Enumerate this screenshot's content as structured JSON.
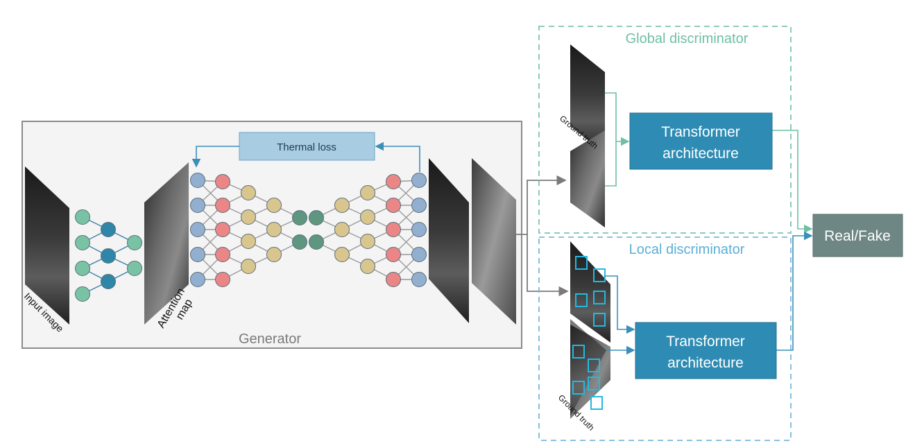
{
  "generator": {
    "title": "Generator",
    "thermal_loss": "Thermal loss",
    "input_label": "Input image",
    "attention_label_1": "Attention",
    "attention_label_2": "map"
  },
  "global_discriminator": {
    "title": "Global discriminator",
    "ground_truth": "Ground truth",
    "block_line1": "Transformer",
    "block_line2": "architecture"
  },
  "local_discriminator": {
    "title": "Local discriminator",
    "ground_truth": "Ground truth",
    "block_line1": "Transformer",
    "block_line2": "architecture"
  },
  "output": {
    "label": "Real/Fake"
  },
  "colors": {
    "teal_green": "#6dbfa6",
    "node_green": "#79c3a5",
    "node_blue": "#2e86a8",
    "node_gray_blue": "#92afd0",
    "node_red": "#ea8686",
    "node_tan": "#d9c58e",
    "node_dark_green": "#5e9680",
    "block_blue": "#2e8cb4",
    "thermal_box": "#a8cde3",
    "output_box": "#6e8784",
    "local_blue": "#5aafd6",
    "patch_cyan": "#22b9e3"
  }
}
